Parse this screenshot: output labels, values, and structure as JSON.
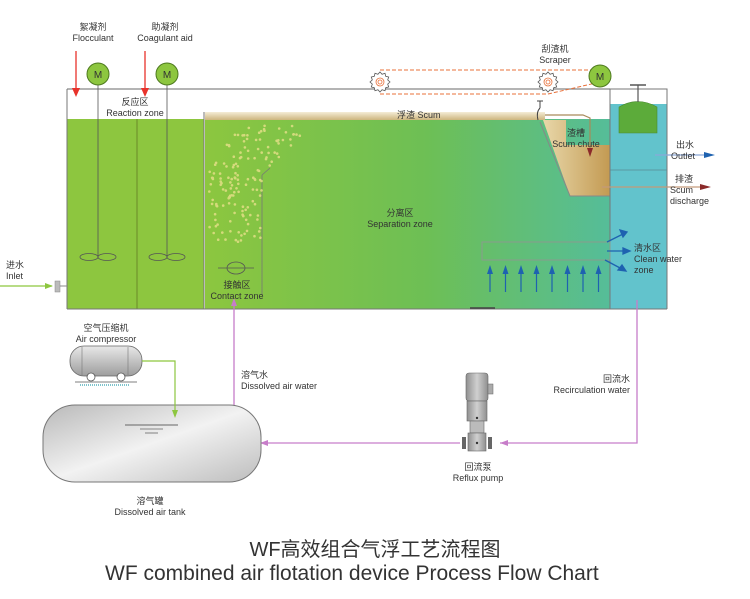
{
  "title": {
    "zh": "WF高效组合气浮工艺流程图",
    "en": "WF combined air flotation device Process Flow Chart"
  },
  "labels": {
    "flocculant": {
      "zh": "絮凝剂",
      "en": "Flocculant"
    },
    "coagulant_aid": {
      "zh": "助凝剂",
      "en": "Coagulant aid"
    },
    "reaction_zone": {
      "zh": "反应区",
      "en": "Reaction zone"
    },
    "scraper": {
      "zh": "刮渣机",
      "en": "Scraper"
    },
    "scum": {
      "zh": "浮渣",
      "en": "Scum"
    },
    "scum_chute": {
      "zh": "渣槽",
      "en": "Scum chute"
    },
    "outlet": {
      "zh": "出水",
      "en": "Outlet"
    },
    "scum_discharge": {
      "zh": "排渣",
      "en": "Scum discharge"
    },
    "separation_zone": {
      "zh": "分离区",
      "en": "Separation zone"
    },
    "clean_water_zone": {
      "zh": "清水区",
      "en": "Clean water zone"
    },
    "inlet": {
      "zh": "进水",
      "en": "Inlet"
    },
    "contact_zone": {
      "zh": "接触区",
      "en": "Contact zone"
    },
    "air_compressor": {
      "zh": "空气压缩机",
      "en": "Air compressor"
    },
    "dissolved_air_water": {
      "zh": "溶气水",
      "en": "Dissolved air water"
    },
    "recirculation_water": {
      "zh": "回流水",
      "en": "Recirculation water"
    },
    "reflux_pump": {
      "zh": "回流泵",
      "en": "Reflux pump"
    },
    "dissolved_air_tank": {
      "zh": "溶气罐",
      "en": "Dissolved air tank"
    }
  },
  "motor_symbol": "M",
  "colors": {
    "reaction_green": "#8dc63f",
    "separation_start": "#8cc63f",
    "separation_end": "#5cbf9a",
    "clean_water": "#62c3cc",
    "scum": "#c9aa68",
    "dosing_arrow": "#e8322b",
    "chain": "#e8703a",
    "pipe_purple": "#c77dc9",
    "flow_arrow_blue": "#1e62b0",
    "air_line_green": "#8dc63f"
  }
}
